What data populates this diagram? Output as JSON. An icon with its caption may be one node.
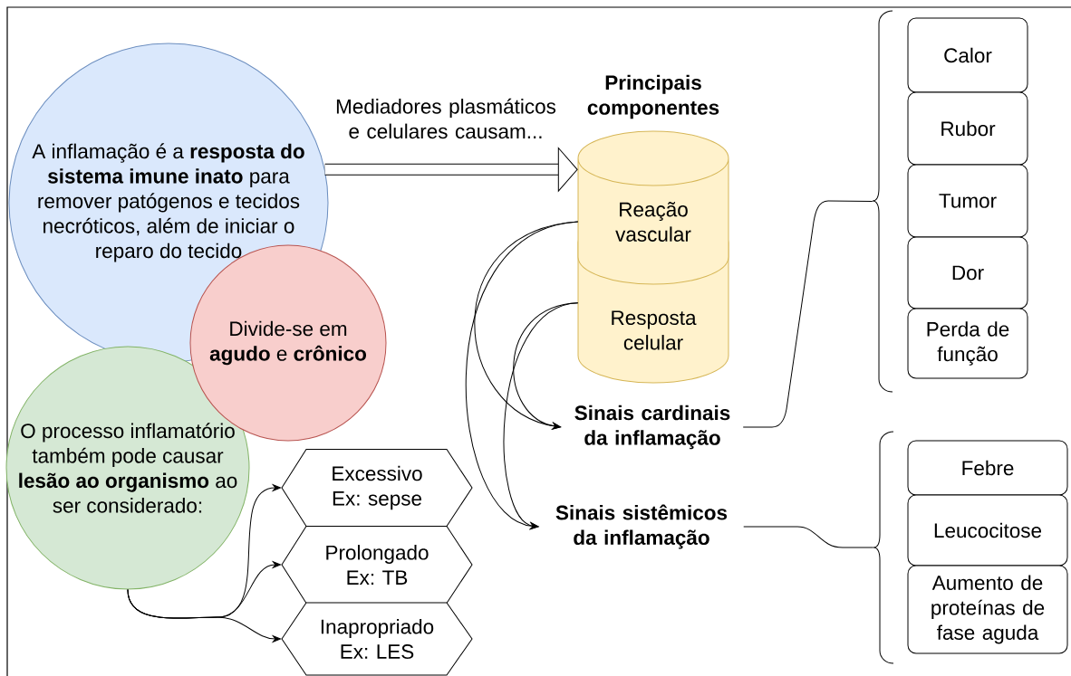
{
  "diagram": {
    "nodes": [
      {
        "text": [
          "A inflamação é a **resposta do sistema imune inato** para remover patógenos e tecidos necróticos, além de iniciar o reparo do tecido"
        ]
      },
      {
        "text": [
          "Divide-se em **agudo** e **crônico**"
        ]
      },
      {
        "text": [
          "O processo inflamatório também pode causar **lesão ao organismo** ao ser considerado:"
        ]
      },
      {
        "text": [
          "Reação vascular"
        ],
        "beside": [
          "Principais componentes"
        ]
      },
      {
        "text": [
          "Resposta celular"
        ]
      },
      {
        "text": [
          "Sinais cardinais da inflamação"
        ]
      },
      {
        "text": [
          "Sinais sistêmicos da inflamação"
        ]
      },
      {
        "text": [
          "Excessivo Ex: sepse"
        ]
      },
      {
        "text": [
          "Prolongado Ex: TB"
        ]
      },
      {
        "text": [
          "Inapropriado Ex: LES"
        ]
      },
      {
        "text": [],
        "shape": "brace"
      },
      {
        "text": [
          "Calor"
        ]
      },
      {
        "text": [
          "Rubor"
        ]
      },
      {
        "text": [
          "Tumor"
        ]
      },
      {
        "text": [
          "Dor"
        ]
      },
      {
        "text": [
          "Perda de função"
        ]
      },
      {
        "text": [],
        "shape": "brace"
      },
      {
        "text": [
          "Febre"
        ]
      },
      {
        "text": [
          "Leucocitose"
        ]
      },
      {
        "text": [
          "Aumento de proteínas de fase aguda"
        ]
      }
    ],
    "edges": [
      {
        "from": 0,
        "to": 3,
        "arrow": "to",
        "label": "Mediadores plasmáticos e celulares causam...",
        "style": "thick"
      },
      {
        "from": 3,
        "to": 5,
        "arrow": "to"
      },
      {
        "from": 3,
        "to": 6,
        "arrow": "to"
      },
      {
        "from": 4,
        "to": 5,
        "arrow": "to"
      },
      {
        "from": 4,
        "to": 6,
        "arrow": "to"
      },
      {
        "from": 2,
        "to": 7,
        "arrow": "to"
      },
      {
        "from": 2,
        "to": 8,
        "arrow": "to"
      },
      {
        "from": 2,
        "to": 9,
        "arrow": "to"
      },
      {
        "from": 5,
        "to": 10,
        "arrow": "none"
      },
      {
        "from": 6,
        "to": 16,
        "arrow": "none"
      }
    ]
  }
}
